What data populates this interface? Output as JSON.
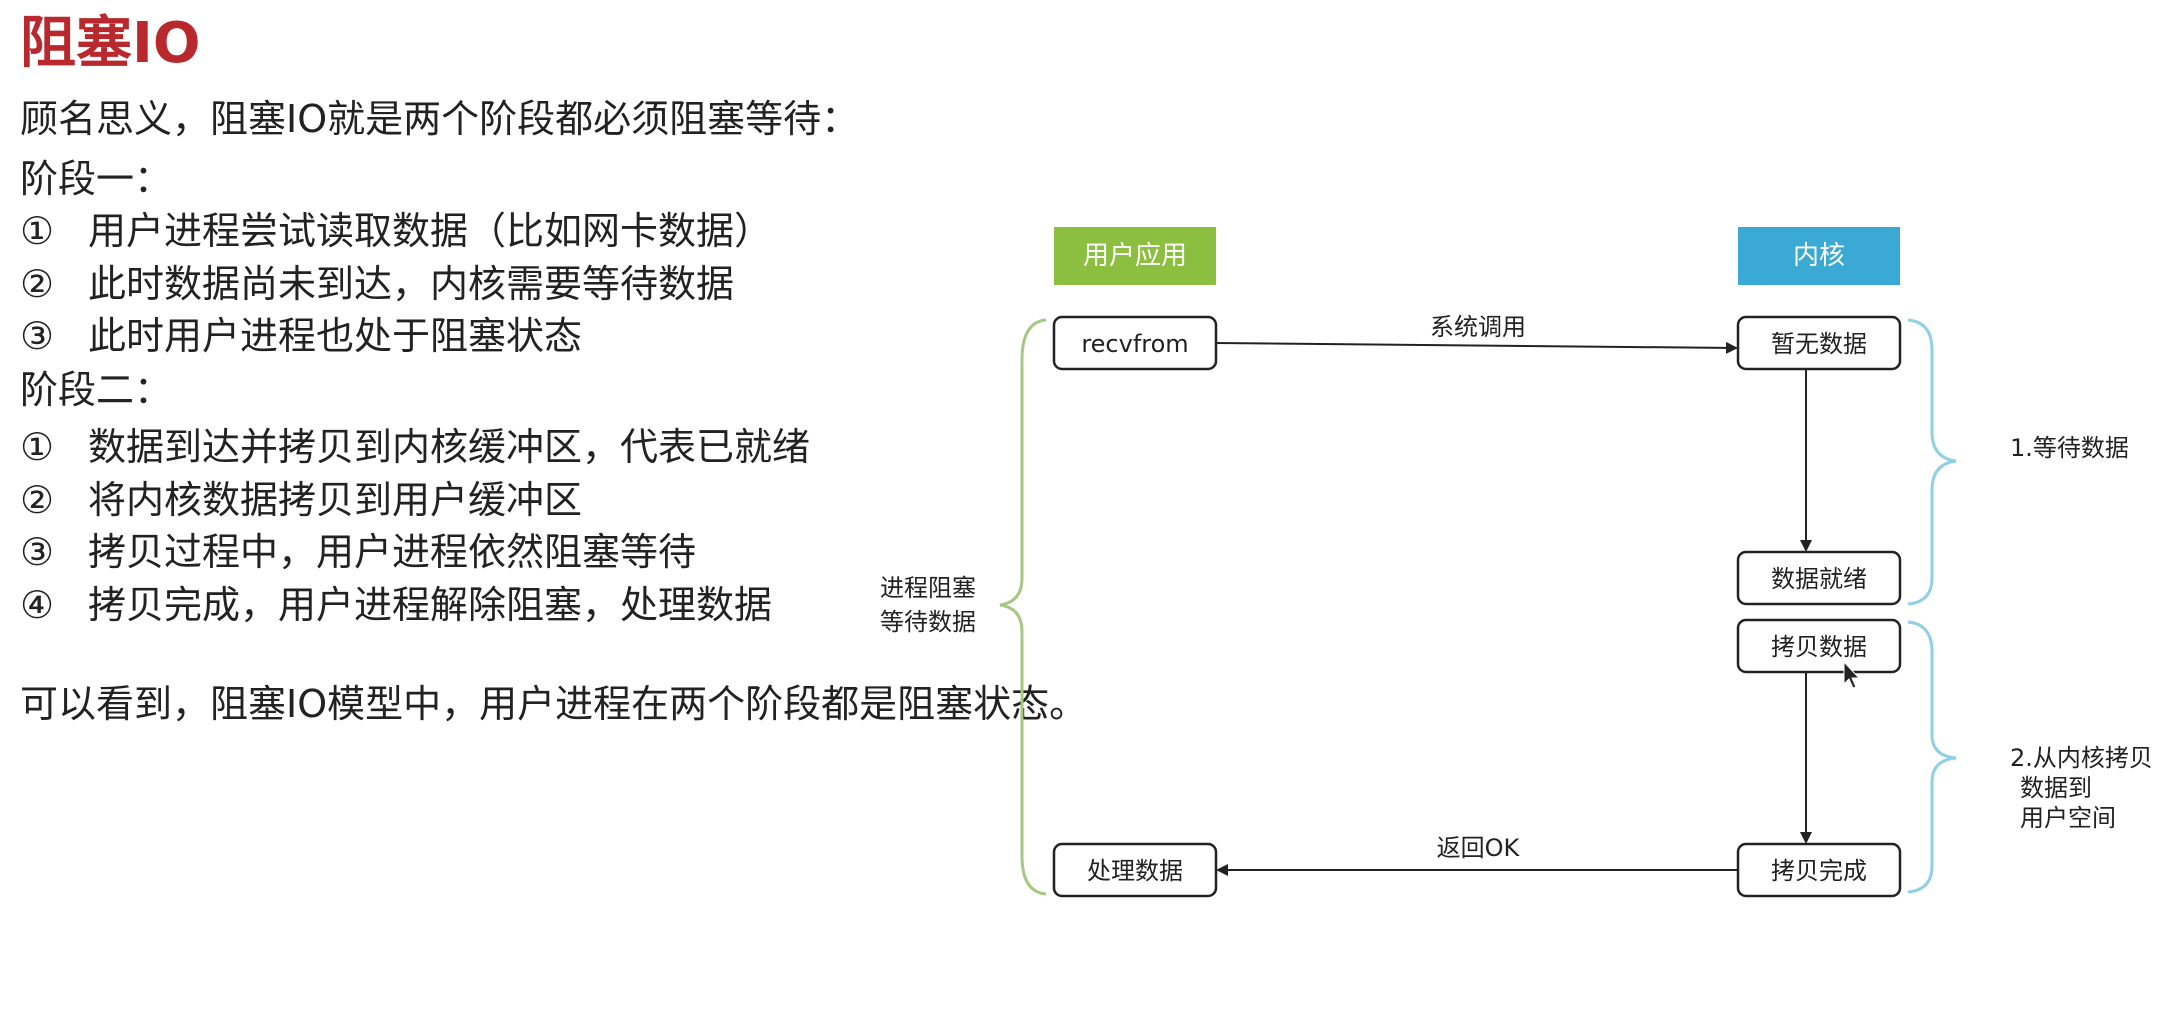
{
  "page": {
    "title": "阻塞IO",
    "intro": "顾名思义，阻塞IO就是两个阶段都必须阻塞等待：",
    "stage1_heading": "阶段一：",
    "stage1_items": [
      {
        "marker": "①",
        "text": "用户进程尝试读取数据（比如网卡数据）"
      },
      {
        "marker": "②",
        "text": "此时数据尚未到达，内核需要等待数据"
      },
      {
        "marker": "③",
        "text": "此时用户进程也处于阻塞状态"
      }
    ],
    "stage2_heading": "阶段二：",
    "stage2_items": [
      {
        "marker": "①",
        "text": "数据到达并拷贝到内核缓冲区，代表已就绪"
      },
      {
        "marker": "②",
        "text": "将内核数据拷贝到用户缓冲区"
      },
      {
        "marker": "③",
        "text": "拷贝过程中，用户进程依然阻塞等待"
      },
      {
        "marker": "④",
        "text": "拷贝完成，用户进程解除阻塞，处理数据"
      }
    ],
    "conclusion": "可以看到，阻塞IO模型中，用户进程在两个阶段都是阻塞状态。"
  },
  "diagram": {
    "colors": {
      "user_header": "#8cbf3f",
      "kernel_header": "#3aa9d4",
      "stroke": "#222222",
      "bracket_green": "#a8c685",
      "bracket_blue": "#8fd0e4"
    },
    "user_header": "用户应用",
    "kernel_header": "内核",
    "boxes": {
      "recvfrom": "recvfrom",
      "no_data": "暂无数据",
      "data_ready": "数据就绪",
      "copy_data": "拷贝数据",
      "copy_done": "拷贝完成",
      "process_data": "处理数据"
    },
    "arrows": {
      "syscall": "系统调用",
      "return_ok": "返回OK"
    },
    "left_bracket_label": [
      "进程阻塞",
      "等待数据"
    ],
    "phase1_label": "1.等待数据",
    "phase2_label": [
      "2.从内核拷贝",
      "数据到",
      "用户空间"
    ]
  }
}
